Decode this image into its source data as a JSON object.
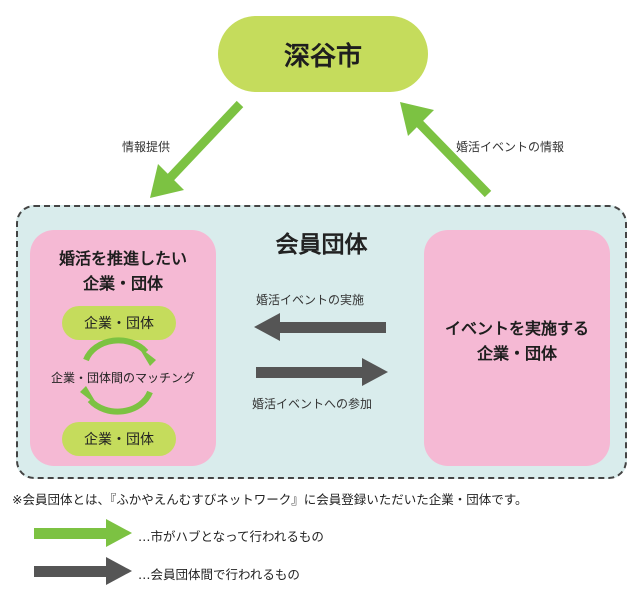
{
  "city": {
    "label": "深谷市"
  },
  "arrows": {
    "info_provision": "情報提供",
    "event_info": "婚活イベントの情報"
  },
  "member_group": {
    "title": "会員団体",
    "left_box": {
      "title_line1": "婚活を推進したい",
      "title_line2": "企業・団体",
      "pill_top": "企業・団体",
      "pill_bottom": "企業・団体",
      "matching": "企業・団体間のマッチング"
    },
    "right_box": {
      "title_line1": "イベントを実施する",
      "title_line2": "企業・団体"
    },
    "event_implementation": "婚活イベントの実施",
    "event_participation": "婚活イベントへの参加"
  },
  "note": "※会員団体とは、『ふかやえんむすびネットワーク』に会員登録いただいた企業・団体です。",
  "legend": {
    "green": "…市がハブとなって行われるもの",
    "gray": "…会員団体間で行われるもの"
  },
  "colors": {
    "green": "#7cc242",
    "gray": "#555555",
    "lime": "#c5dc5c",
    "pink": "#f5b9d4",
    "teal_bg": "#d9ecec"
  }
}
